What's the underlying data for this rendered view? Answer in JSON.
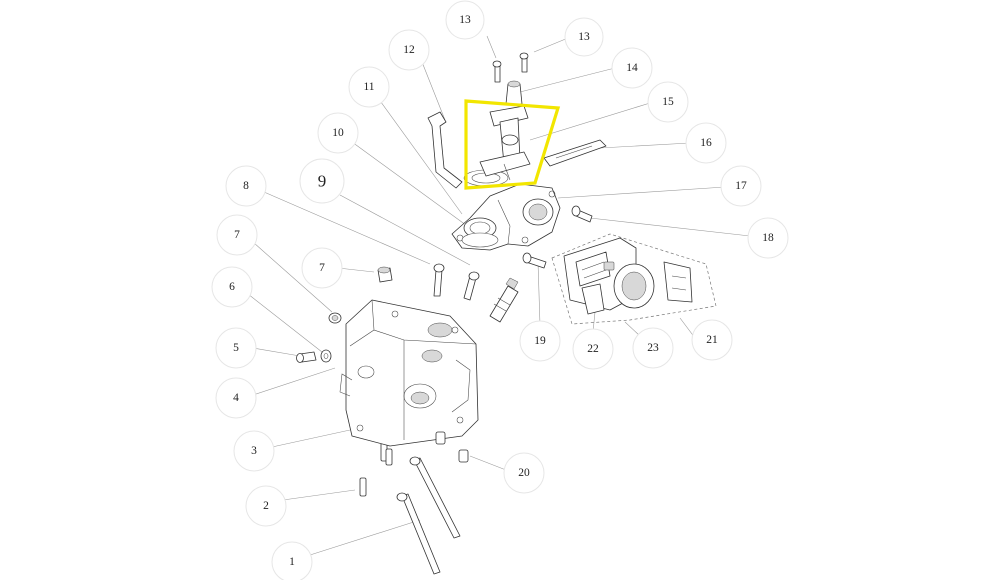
{
  "diagram": {
    "highlight_color": "#f2e600",
    "callouts": [
      {
        "id": "c1",
        "label": "1"
      },
      {
        "id": "c2",
        "label": "2"
      },
      {
        "id": "c3",
        "label": "3"
      },
      {
        "id": "c4",
        "label": "4"
      },
      {
        "id": "c5",
        "label": "5"
      },
      {
        "id": "c6",
        "label": "6"
      },
      {
        "id": "c7a",
        "label": "7"
      },
      {
        "id": "c7b",
        "label": "7"
      },
      {
        "id": "c8",
        "label": "8"
      },
      {
        "id": "c9",
        "label": "9"
      },
      {
        "id": "c10",
        "label": "10"
      },
      {
        "id": "c11",
        "label": "11"
      },
      {
        "id": "c12",
        "label": "12"
      },
      {
        "id": "c13a",
        "label": "13"
      },
      {
        "id": "c13b",
        "label": "13"
      },
      {
        "id": "c14",
        "label": "14"
      },
      {
        "id": "c15",
        "label": "15"
      },
      {
        "id": "c16",
        "label": "16"
      },
      {
        "id": "c17",
        "label": "17"
      },
      {
        "id": "c18",
        "label": "18"
      },
      {
        "id": "c19",
        "label": "19"
      },
      {
        "id": "c20",
        "label": "20"
      },
      {
        "id": "c21",
        "label": "21"
      },
      {
        "id": "c22",
        "label": "22"
      },
      {
        "id": "c23",
        "label": "23"
      }
    ]
  }
}
